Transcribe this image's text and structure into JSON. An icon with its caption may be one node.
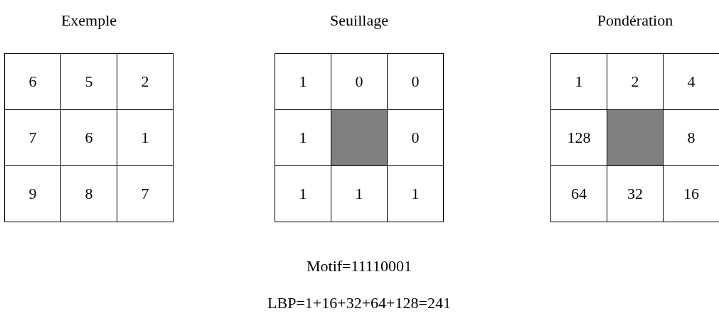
{
  "diagram": {
    "labels": [
      "Exemple",
      "Seuillage",
      "Pondération",
      "6",
      "5",
      "2",
      "7",
      "6",
      "1",
      "9",
      "8",
      "7",
      "1",
      "0",
      "0",
      "1",
      "0",
      "1",
      "1",
      "1",
      "1",
      "2",
      "4",
      "128",
      "8",
      "64",
      "32",
      "16",
      "Motif=11110001",
      "LBP=1+16+32+64+128=241"
    ]
  }
}
